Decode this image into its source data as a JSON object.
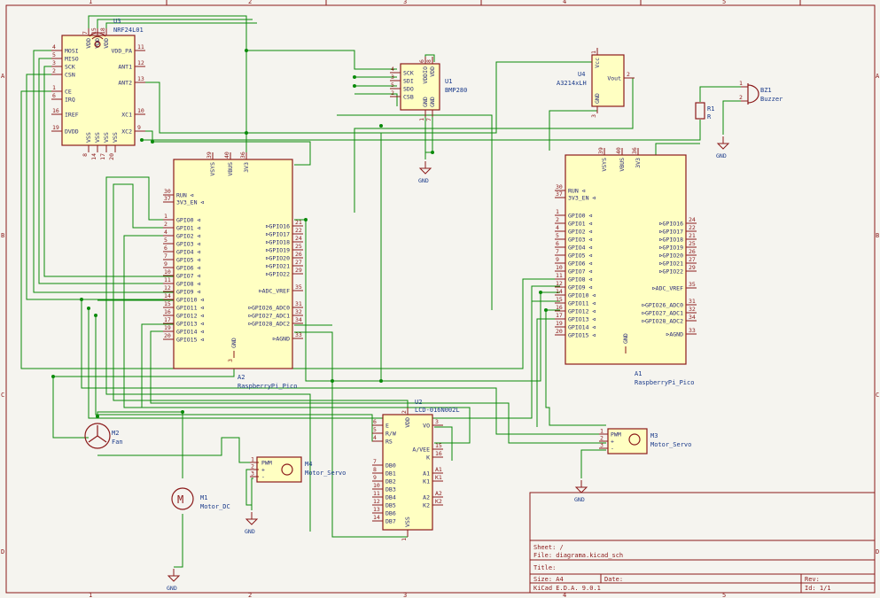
{
  "frame": {
    "col_labels": [
      "1",
      "2",
      "3",
      "4",
      "5"
    ],
    "row_labels": [
      "A",
      "B",
      "C",
      "D"
    ]
  },
  "components": {
    "U3": {
      "ref": "U3",
      "value": "NRF24L01",
      "top_pins": [
        "7",
        "15",
        "18"
      ],
      "top_labels": [
        "VDD",
        "VDD",
        "VDD"
      ],
      "left_pins": [
        "4",
        "5",
        "3",
        "2",
        "1",
        "6",
        "16",
        "19"
      ],
      "left_labels": [
        "MOSI",
        "MISO",
        "SCK",
        "CSN",
        "CE",
        "IRQ",
        "IREF",
        "DVDD"
      ],
      "right_pins": [
        "11",
        "12",
        "13",
        "10",
        "9"
      ],
      "right_labels": [
        "VDD_PA",
        "ANT1",
        "ANT2",
        "XC1",
        "XC2"
      ],
      "bottom_pins": [
        "8",
        "14",
        "17",
        "20"
      ],
      "bottom_labels": [
        "VSS",
        "VSS",
        "VSS",
        "VSS"
      ]
    },
    "U1": {
      "ref": "U1",
      "value": "BMP280",
      "left_pins": [
        "4",
        "3",
        "5",
        "2"
      ],
      "left_labels": [
        "SCK",
        "SDI",
        "SDO",
        "CSB"
      ],
      "top_labels": [
        "VDDIO",
        "VDD"
      ],
      "top_pins": [
        "6",
        "8"
      ],
      "bottom_labels": [
        "GND",
        "GND"
      ],
      "bottom_pins": [
        "1",
        "7"
      ]
    },
    "U4": {
      "ref": "U4",
      "value": "A3214xLH",
      "labels": [
        "Vcc",
        "Vout",
        "GND"
      ],
      "pins": [
        "1",
        "2",
        "3"
      ]
    },
    "BZ1": {
      "ref": "BZ1",
      "value": "Buzzer",
      "pins": [
        "1",
        "2"
      ]
    },
    "R1": {
      "ref": "R1",
      "value": "R"
    },
    "A2": {
      "ref": "A2",
      "value": "RaspberryPi_Pico",
      "top_pins": [
        "39",
        "40",
        "36"
      ],
      "top_labels": [
        "VSYS",
        "VBUS",
        "3V3"
      ],
      "left_pins": [
        "30",
        "37",
        "1",
        "2",
        "4",
        "5",
        "6",
        "7",
        "9",
        "10",
        "11",
        "12",
        "14",
        "15",
        "16",
        "17",
        "19",
        "20"
      ],
      "left_labels": [
        "RUN",
        "3V3_EN",
        "GPIO0",
        "GPIO1",
        "GPIO2",
        "GPIO3",
        "GPIO4",
        "GPIO5",
        "GPIO6",
        "GPIO7",
        "GPIO8",
        "GPIO9",
        "GPIO10",
        "GPIO11",
        "GPIO12",
        "GPIO13",
        "GPIO14",
        "GPIO15"
      ],
      "right_pins": [
        "21",
        "22",
        "24",
        "25",
        "26",
        "27",
        "29",
        "35",
        "31",
        "32",
        "34",
        "33"
      ],
      "right_labels": [
        "GPIO16",
        "GPIO17",
        "GPIO18",
        "GPIO19",
        "GPIO20",
        "GPIO21",
        "GPIO22",
        "ADC_VREF",
        "GPIO26_ADC0",
        "GPIO27_ADC1",
        "GPIO28_ADC2",
        "AGND"
      ],
      "bottom_pin": "3",
      "bottom_label": "GND"
    },
    "A1": {
      "ref": "A1",
      "value": "RaspberryPi_Pico",
      "top_pins": [
        "39",
        "40",
        "36"
      ],
      "top_labels": [
        "VSYS",
        "VBUS",
        "3V3"
      ],
      "left_pins": [
        "30",
        "37",
        "1",
        "2",
        "4",
        "5",
        "6",
        "7",
        "9",
        "10",
        "11",
        "12",
        "14",
        "15",
        "16",
        "17",
        "19",
        "20"
      ],
      "left_labels": [
        "RUN",
        "3V3_EN",
        "GPIO0",
        "GPIO1",
        "GPIO2",
        "GPIO3",
        "GPIO4",
        "GPIO5",
        "GPIO6",
        "GPIO7",
        "GPIO8",
        "GPIO9",
        "GPIO10",
        "GPIO11",
        "GPIO12",
        "GPIO13",
        "GPIO14",
        "GPIO15"
      ],
      "right_pins": [
        "24",
        "22",
        "21",
        "25",
        "26",
        "27",
        "29",
        "35",
        "31",
        "32",
        "34",
        "33"
      ],
      "right_labels": [
        "GPIO16",
        "GPIO17",
        "GPIO18",
        "GPIO19",
        "GPIO20",
        "GPIO21",
        "GPIO22",
        "ADC_VREF",
        "GPIO26_ADC0",
        "GPIO27_ADC1",
        "GPIO28_ADC2",
        "AGND"
      ],
      "bottom_label": "GND"
    },
    "U2": {
      "ref": "U2",
      "value": "LCD-016N002L",
      "left_pins": [
        "6",
        "5",
        "4",
        "7",
        "8",
        "9",
        "10",
        "11",
        "12",
        "13",
        "14"
      ],
      "left_labels": [
        "E",
        "R/W",
        "RS",
        "DB0",
        "DB1",
        "DB2",
        "DB3",
        "DB4",
        "DB5",
        "DB6",
        "DB7"
      ],
      "right_pins": [
        "3",
        "15",
        "16",
        "A1",
        "K1",
        "A2",
        "K2"
      ],
      "right_labels": [
        "VO",
        "A/VEE",
        "K",
        "A1",
        "K1",
        "A2",
        "K2"
      ],
      "top_pin": "2",
      "top_label": "VDD",
      "bottom_pin": "1",
      "bottom_label": "VSS"
    },
    "M2": {
      "ref": "M2",
      "value": "Fan"
    },
    "M1": {
      "ref": "M1",
      "value": "Motor_DC"
    },
    "M4": {
      "ref": "M4",
      "value": "Motor_Servo",
      "labels": [
        "PWM",
        "+",
        "-"
      ],
      "pins": [
        "1",
        "2",
        "3"
      ]
    },
    "M3": {
      "ref": "M3",
      "value": "Motor_Servo",
      "labels": [
        "PWM",
        "+",
        "-"
      ],
      "pins": [
        "1",
        "2",
        "3"
      ]
    }
  },
  "gnd_label": "GND",
  "title_block": {
    "sheet": "Sheet: /",
    "file": "File: diagrama.kicad_sch",
    "title": "Title:",
    "size": "Size: A4",
    "date": "Date:",
    "rev": "Rev:",
    "tool": "KiCad E.D.A. 9.0.1",
    "id": "Id: 1/1"
  }
}
